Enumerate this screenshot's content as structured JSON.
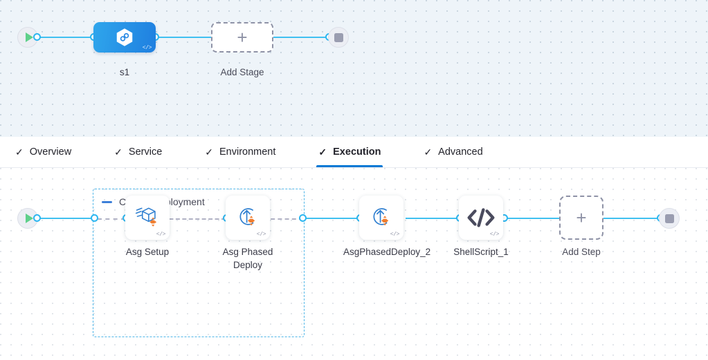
{
  "stage_canvas": {
    "start_node": {
      "name": "pipeline-start",
      "icon": "play-icon"
    },
    "end_node": {
      "name": "pipeline-end",
      "icon": "stop-icon"
    },
    "stage": {
      "label": "s1",
      "icon": "hexagon-link-icon",
      "badge": "</>",
      "color": "#1f7fe0"
    },
    "add_stage": {
      "label": "Add Stage",
      "icon": "plus-icon"
    }
  },
  "tabs": {
    "tick": "✓",
    "items": [
      {
        "label": "Overview",
        "active": false
      },
      {
        "label": "Service",
        "active": false
      },
      {
        "label": "Environment",
        "active": false
      },
      {
        "label": "Execution",
        "active": true
      },
      {
        "label": "Advanced",
        "active": false
      }
    ],
    "active_underline_color": "#0278d5"
  },
  "exec_canvas": {
    "start_node": {
      "name": "execution-start",
      "icon": "play-icon"
    },
    "end_node": {
      "name": "execution-end",
      "icon": "stop-icon"
    },
    "group": {
      "title": "Canary Deployment",
      "collapse_icon": "minus-icon",
      "border_color": "#4fb6e8"
    },
    "steps": [
      {
        "label": "Asg Setup",
        "icon": "asg-setup-icon",
        "badge": "</>"
      },
      {
        "label": "Asg Phased Deploy",
        "icon": "asg-phased-deploy-icon",
        "badge": "</>"
      },
      {
        "label": "AsgPhasedDeploy_2",
        "icon": "asg-phased-deploy-icon",
        "badge": "</>"
      },
      {
        "label": "ShellScript_1",
        "icon": "code-brackets-icon",
        "badge": "</>"
      }
    ],
    "add_step": {
      "label": "Add Step",
      "icon": "plus-icon"
    }
  }
}
